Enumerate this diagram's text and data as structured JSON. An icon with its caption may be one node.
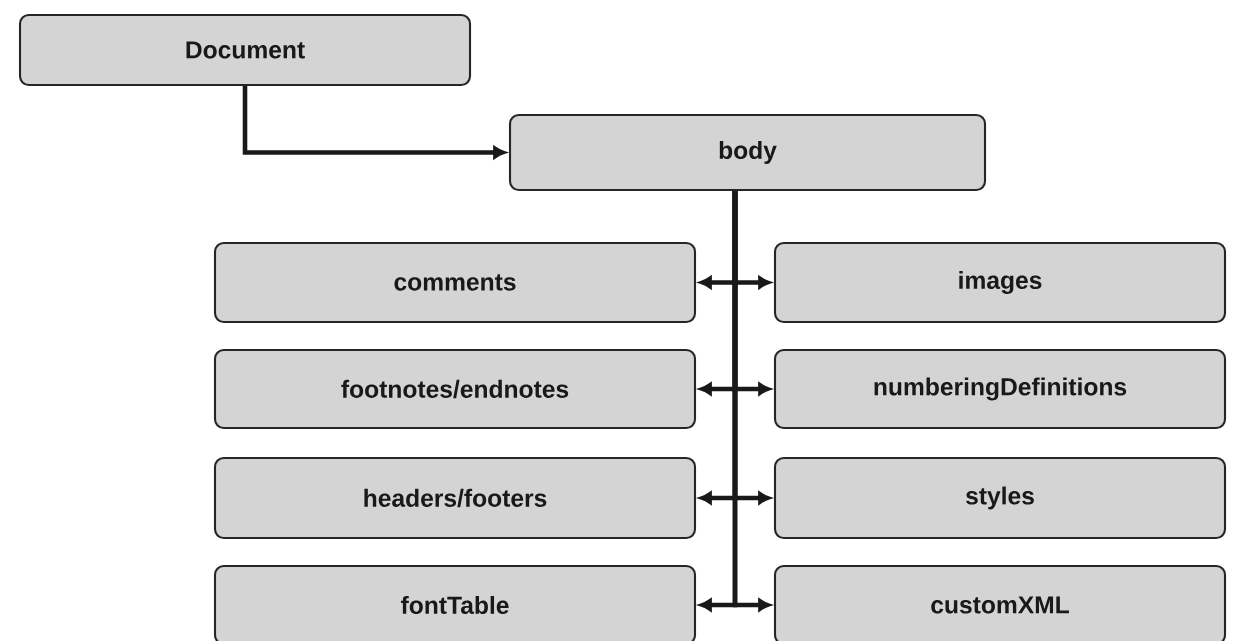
{
  "diagram": {
    "nodes": [
      {
        "text": [
          "Document"
        ]
      },
      {
        "text": [
          "body"
        ]
      },
      {
        "text": [
          "comments"
        ]
      },
      {
        "text": [
          "images"
        ]
      },
      {
        "text": [
          "footnotes/endnotes"
        ]
      },
      {
        "text": [
          "numberingDefinitions"
        ]
      },
      {
        "text": [
          "headers/footers"
        ]
      },
      {
        "text": [
          "styles"
        ]
      },
      {
        "text": [
          "fontTable"
        ]
      },
      {
        "text": [
          "customXML"
        ]
      }
    ],
    "edges": [
      {
        "from": 0,
        "to": 1,
        "arrow": "to"
      },
      {
        "from": 1,
        "to": 2,
        "arrow": "to"
      },
      {
        "from": 1,
        "to": 3,
        "arrow": "to"
      },
      {
        "from": 1,
        "to": 4,
        "arrow": "to"
      },
      {
        "from": 1,
        "to": 5,
        "arrow": "to"
      },
      {
        "from": 1,
        "to": 6,
        "arrow": "to"
      },
      {
        "from": 1,
        "to": 7,
        "arrow": "to"
      },
      {
        "from": 1,
        "to": 8,
        "arrow": "to"
      },
      {
        "from": 1,
        "to": 9,
        "arrow": "to"
      }
    ]
  }
}
